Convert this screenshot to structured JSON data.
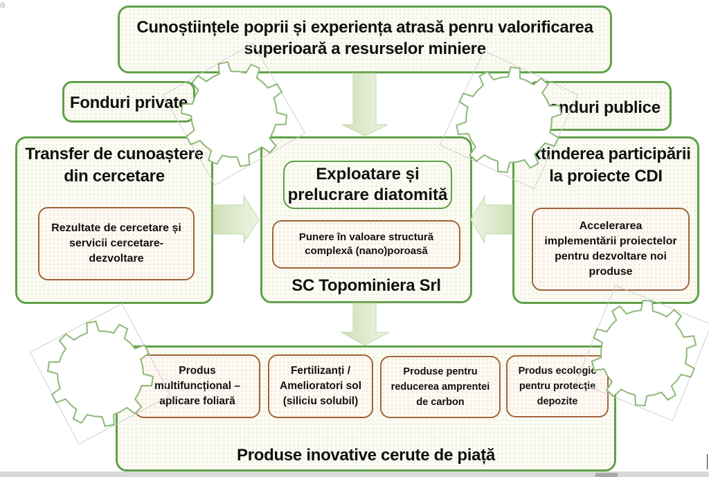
{
  "top": {
    "title_line1": "Cunoștiințele poprii și experiența atrasă penru valorificarea",
    "title_line2": "superioară a resurselor miniere"
  },
  "funding": {
    "private": "Fonduri private",
    "public": "Fonduri publice"
  },
  "left": {
    "title_line1": "Transfer de cunoaștere",
    "title_line2": "din cercetare",
    "inner_line1": "Rezultate de cercetare și",
    "inner_line2": "servicii cercetare-",
    "inner_line3": "dezvoltare"
  },
  "center": {
    "title_line1": "Exploatare și",
    "title_line2": "prelucrare diatomită",
    "inner_line1": "Punere în valoare structură",
    "inner_line2": "complexă (nano)poroasă",
    "company": "SC Topominiera Srl"
  },
  "right": {
    "title_line1": "Extinderea participării",
    "title_line2": "la proiecte CDI",
    "inner_line1": "Accelerarea",
    "inner_line2": "implementării proiectelor",
    "inner_line3": "pentru dezvoltare noi",
    "inner_line4": "produse"
  },
  "bottom": {
    "title": "Produse inovative cerute de piață",
    "products": [
      {
        "l1": "Produs",
        "l2": "multifuncțional –",
        "l3": "aplicare foliară"
      },
      {
        "l1": "Fertilizanți /",
        "l2": "Amelioratori sol",
        "l3": "(siliciu solubil)"
      },
      {
        "l1": "Produse pentru",
        "l2": "reducerea amprentei",
        "l3": "de carbon"
      },
      {
        "l1": "Produs ecologic",
        "l2": "pentru protecție",
        "l3": "depozite"
      }
    ]
  },
  "colors": {
    "green_border": "#5fa049",
    "brown_border": "#a0643a",
    "arrow_fill": "#dbe8c8",
    "gear_stroke": "#8cb878"
  },
  "icons": {
    "corner": "clipboard-icon",
    "gear": "gear-icon",
    "arrow": "block-arrow-icon"
  }
}
